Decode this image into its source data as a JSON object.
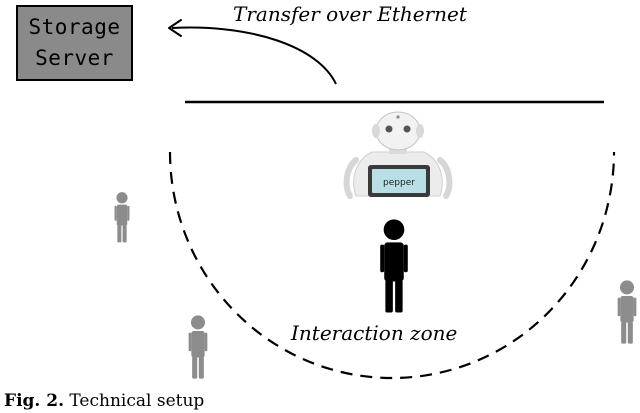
{
  "server": {
    "line1": "Storage",
    "line2": "Server"
  },
  "transfer_label": "Transfer over Ethernet",
  "robot": {
    "tablet_text": "pepper"
  },
  "zone_label": "Interaction zone",
  "caption": {
    "prefix": "Fig. 2.",
    "text": "Technical setup"
  },
  "colors": {
    "server_fill": "#8a8a8a",
    "person_gray": "#8c8c8c",
    "person_black": "#000000",
    "line": "#000000"
  },
  "icons": {
    "server": "storage-server-box",
    "arrow": "curved-arrow-icon",
    "robot": "pepper-robot-icon",
    "person": "person-icon"
  }
}
